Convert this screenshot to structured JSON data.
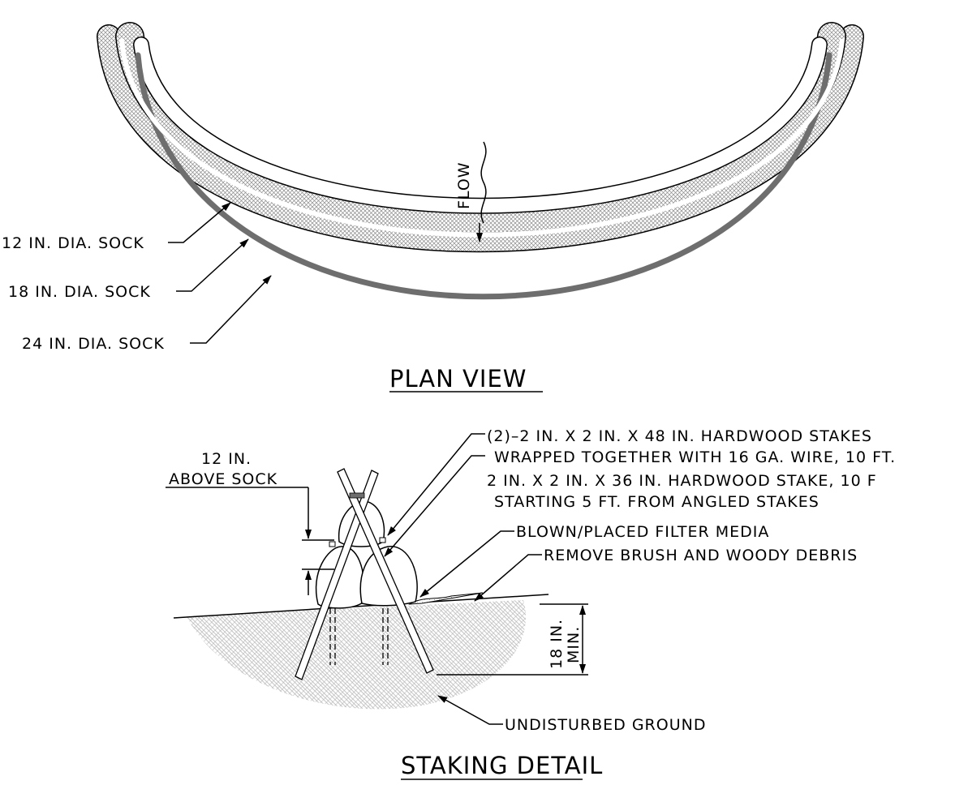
{
  "plan_view": {
    "title": "PLAN VIEW",
    "flow_label": "FLOW",
    "sock_12_label": "12 IN. DIA. SOCK",
    "sock_18_label": "18 IN. DIA. SOCK",
    "sock_24_label": "24 IN. DIA. SOCK"
  },
  "staking_detail": {
    "title": "STAKING DETAIL",
    "above_sock_line1": "12 IN.",
    "above_sock_line2": "ABOVE SOCK",
    "angled_stakes_line1": "(2)–2 IN. X 2 IN. X 48 IN. HARDWOOD STAKES",
    "angled_stakes_line2": "WRAPPED TOGETHER WITH 16 GA. WIRE, 10 FT.",
    "straight_stake_line1": "2 IN. X 2 IN. X 36 IN. HARDWOOD STAKE, 10 F",
    "straight_stake_line2": "STARTING 5 FT. FROM ANGLED STAKES",
    "filter_media_label": "BLOWN/PLACED FILTER MEDIA",
    "remove_brush_label": "REMOVE BRUSH AND WOODY DEBRIS",
    "depth_line1": "18 IN.",
    "depth_line2": "MIN.",
    "ground_label": "UNDISTURBED GROUND"
  },
  "colors": {
    "line": "#000000",
    "sock_core": "#6e6e6e",
    "hatch_fill": "#d6d6d6"
  }
}
